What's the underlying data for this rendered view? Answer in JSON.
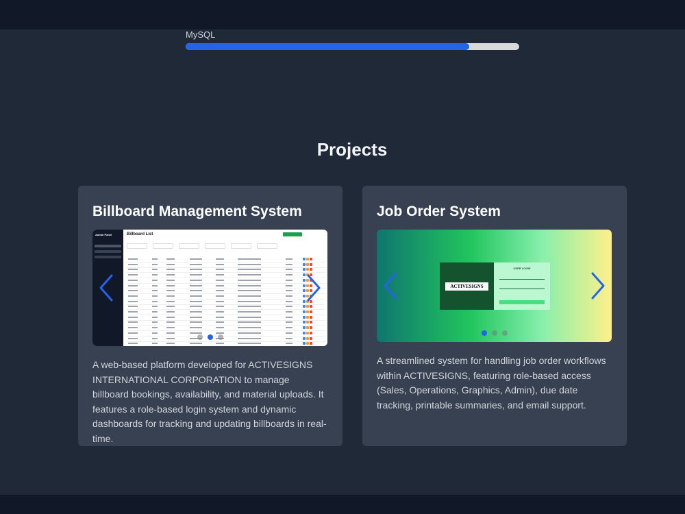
{
  "skills": [
    {
      "label": "MySQL",
      "level_percent": 85
    }
  ],
  "projects_section": {
    "title": "Projects",
    "cards": [
      {
        "title": "Billboard Management System",
        "description": "A web-based platform developed for ACTIVESIGNS INTERNATIONAL CORPORATION to manage billboard bookings, availability, and material uploads. It features a role-based login system and dynamic dashboards for tracking and updating billboards in real-time.",
        "screenshot": {
          "sidebar_title": "Admin Panel",
          "page_title": "Billboard List"
        },
        "carousel": {
          "slide_count": 3,
          "active_index": 1
        }
      },
      {
        "title": "Job Order System",
        "description": "A streamlined system for handling job order workflows within ACTIVESIGNS, featuring role-based access (Sales, Operations, Graphics, Admin), due date tracking, printable summaries, and email support.",
        "screenshot": {
          "logo_text": "ACTIVESIGNS",
          "login_title": "USER LOGIN"
        },
        "carousel": {
          "slide_count": 3,
          "active_index": 0
        }
      }
    ]
  },
  "colors": {
    "accent": "#2563eb",
    "page_bg": "#1f2937",
    "card_bg": "#374151",
    "bar_bg": "#111827"
  },
  "icons": {
    "prev": "chevron-left-icon",
    "next": "chevron-right-icon"
  }
}
